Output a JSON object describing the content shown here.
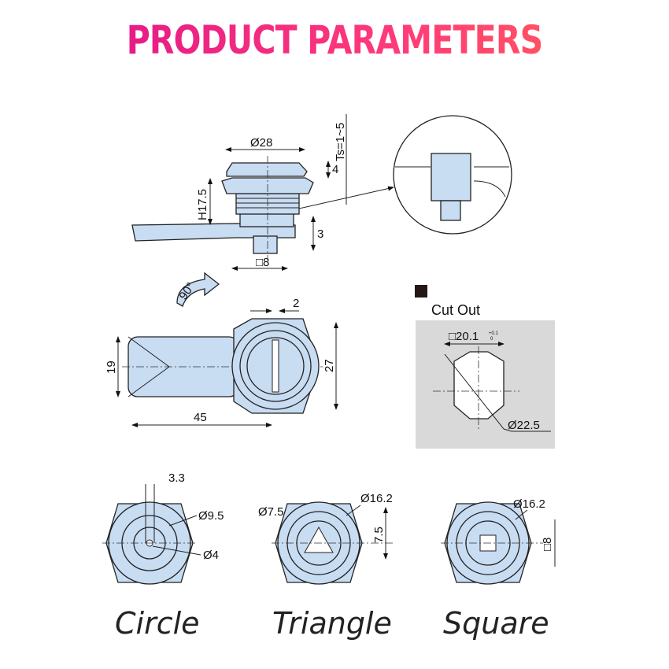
{
  "title": "PRODUCT PARAMETERS",
  "side_view": {
    "diameter": "Ø28",
    "height": "H17.5",
    "head": "4",
    "thickness": "Ts=1~5",
    "cam": "3",
    "square": "□8",
    "rotation": "90°"
  },
  "top_view": {
    "width": "2",
    "cam_width": "19",
    "body": "27",
    "length": "45"
  },
  "cut_out": {
    "label": "Cut Out",
    "square": "□20.1",
    "tolerance_upper": "+0.1",
    "tolerance_lower": "0",
    "diameter": "Ø22.5"
  },
  "variants": [
    {
      "name": "Circle",
      "dims": [
        "3.3",
        "Ø9.5",
        "Ø4"
      ]
    },
    {
      "name": "Triangle",
      "dims": [
        "Ø7.5",
        "Ø16.2",
        "7.5"
      ]
    },
    {
      "name": "Square",
      "dims": [
        "Ø16.2",
        "□8"
      ]
    }
  ],
  "colors": {
    "part_fill": "#c8dcf2",
    "cutout_bg": "#d9d9d9"
  }
}
